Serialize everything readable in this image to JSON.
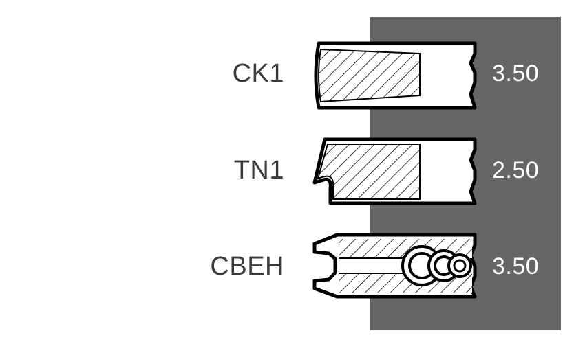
{
  "colors": {
    "background": "#ffffff",
    "panel": "#666666",
    "label_text": "#3a3a3a",
    "value_text": "#ffffff",
    "drawing_stroke": "#000000"
  },
  "rings": [
    {
      "label": "CK1",
      "value": "3.50"
    },
    {
      "label": "TN1",
      "value": "2.50"
    },
    {
      "label": "CBEH",
      "value": "3.50"
    }
  ]
}
